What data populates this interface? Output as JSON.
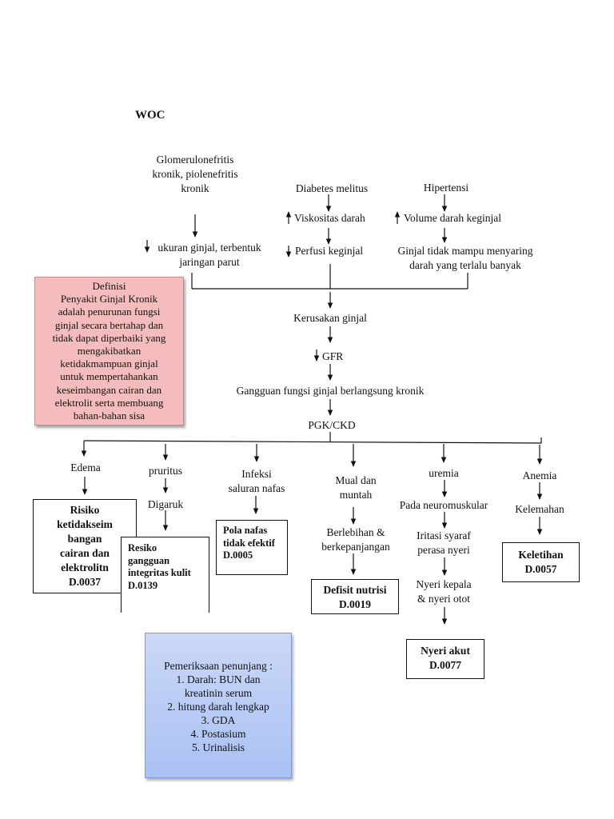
{
  "title": "WOC",
  "causes": {
    "glomerulo": [
      "Glomerulonefritis",
      "kronik, piolenefritis",
      "kronik"
    ],
    "diabetes": "Diabetes melitus",
    "hipertensi": "Hipertensi"
  },
  "nodes": {
    "viskositas": "Viskositas darah",
    "volume": "Volume darah keginjal",
    "ukuran": "ukuran ginjal, terbentuk",
    "jaringan": "jaringan parut",
    "perfusi": "Perfusi keginjal",
    "ginjal_tidak": [
      "Ginjal tidak mampu menyaring",
      "darah yang terlalu banyak"
    ],
    "kerusakan": "Kerusakan ginjal",
    "gfr": "GFR",
    "gangguan": "Gangguan fungsi ginjal berlangsung kronik",
    "pgk": "PGK/CKD"
  },
  "definisi": {
    "heading": "Definisi",
    "lines": [
      "Penyakit Ginjal Kronik",
      "adalah penurunan fungsi",
      "ginjal secara bertahap dan",
      "tidak dapat diperbaiki yang",
      "mengakibatkan",
      "ketidakmampuan ginjal",
      "untuk mempertahankan",
      "keseimbangan cairan dan",
      "elektrolit serta membuang",
      "bahan-bahan sisa"
    ]
  },
  "branches": {
    "edema": "Edema",
    "pruritus": "pruritus",
    "digaruk": "Digaruk",
    "infeksi": [
      "Infeksi",
      "saluran nafas"
    ],
    "mual": [
      "Mual dan",
      "muntah"
    ],
    "berlebihan": [
      "Berlebihan &",
      "berkepanjangan"
    ],
    "uremia": "uremia",
    "neuromuskular": "Pada neuromuskular",
    "iritasi": [
      "Iritasi syaraf",
      "perasa nyeri"
    ],
    "nyeri_kepala": [
      "Nyeri kepala",
      "& nyeri otot"
    ],
    "anemia": "Anemia",
    "kelemahan": "Kelemahan"
  },
  "diagnoses": {
    "risiko": [
      "Risiko",
      "ketidakseim",
      "bangan",
      "cairan dan",
      "elektrolitn",
      "D.0037"
    ],
    "resiko": [
      "Resiko",
      "gangguan",
      "integritas kulit",
      "D.0139"
    ],
    "pola": [
      "Pola nafas",
      "tidak efektif",
      "D.0005"
    ],
    "defisit": [
      "Defisit nutrisi",
      "D.0019"
    ],
    "nyeri_akut": [
      "Nyeri akut",
      "D.0077"
    ],
    "keletihan": [
      "Keletihan",
      "D.0057"
    ]
  },
  "penunjang": {
    "heading": "Pemeriksaan penunjang :",
    "items": [
      "1. Darah: BUN dan",
      "kreatinin serum",
      "2. hitung darah lengkap",
      "3. GDA",
      "4. Postasium",
      "5. Urinalisis"
    ]
  }
}
